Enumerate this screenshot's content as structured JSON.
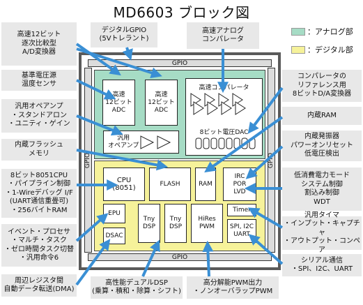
{
  "title": "MD6603 ブロック図",
  "legend": {
    "analog": "：アナログ部",
    "digital": "：デジタル部",
    "analog_color": "#a6dcc5",
    "digital_color": "#f6f29a"
  },
  "left_labels": [
    "高速12ビット\n逐次比較型\nA/D変換器",
    "基準電圧源\n温度センサ",
    "汎用オペアンプ\n・スタンドアロン\n・ユニティ・ゲイン",
    "内蔵フラッシュ\nメモリ",
    "8ビット8051CPU\n・パイプライン制御\n・1-Wireデバッグ I/F\n(UART通信重畳可)\n・256バイトRAM",
    "イベント・プロセサ\n・マルチ・タスク\n・ゼロ時間タスク切替\n・汎用命令6",
    "周辺レジスタ間\n自動データ転送(DMA)"
  ],
  "top_labels": [
    "デジタルGPIO\n(5Vトレラント)",
    "高速アナログ\nコンパレータ"
  ],
  "right_labels": [
    "コンパレータの\nリファレンス用\n8ビットD/A変換器",
    "内蔵RAM",
    "内蔵発振器\nパワーオンリセット\n低電圧検出",
    "低消費電力モード\nシステム制御\n割込み制御\nWDT",
    "汎用タイマ\n・インプット・キャプチャ\n・アウトプット・コンペア",
    "シリアル通信\n・SPI、I2C、UART"
  ],
  "bottom_labels": [
    "高性能デュアルDSP\n(乗算・積和・除算・シフト)",
    "高分解能PWM出力\n・ノンオーバラップPWM"
  ],
  "chip": {
    "gpio_top": "GPIO",
    "gpio_bottom": "GPIO",
    "gpio_left": "GPIO",
    "gpio_right": "GPIO",
    "blocks": {
      "adc1": "高速\n12ビット\nADC",
      "adc2": "高速\n12ビット\nADC",
      "comparator": "高速コンパレータ",
      "dac": "8ビット電圧DAC",
      "opamp": "汎用\nオペアンプ",
      "cpu": "CPU\n(8051)",
      "flash": "FLASH",
      "ram": "RAM",
      "irc": "IRC\nPOR\nLVD",
      "epu": "EPU",
      "dsac": "DSAC",
      "dsp1": "Tny\nDSP",
      "dsp2": "Tny\nDSP",
      "pwm": "HiRes\nPWM",
      "timer": "Timer",
      "serial": "SPI, I2C\nUART"
    }
  },
  "arrow_color": "#3a8fd4"
}
